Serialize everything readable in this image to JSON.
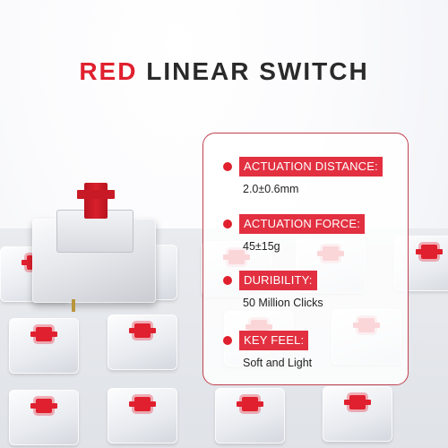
{
  "title": {
    "accent_word": "RED",
    "rest": "LINEAR SWITCH"
  },
  "specs": [
    {
      "label": "ACTUATION DISTANCE:",
      "value": "2.0±0.6mm"
    },
    {
      "label": "ACTUATION FORCE:",
      "value": "45±15g"
    },
    {
      "label": "DURIBILITY:",
      "value": "50 Million Clicks"
    },
    {
      "label": "KEY FEEL:",
      "value": "Soft and Light"
    }
  ],
  "colors": {
    "accent": "#e0202e",
    "label_bg": "#e23040",
    "card_border": "#c0424f",
    "title_text": "#2a2a2a"
  }
}
